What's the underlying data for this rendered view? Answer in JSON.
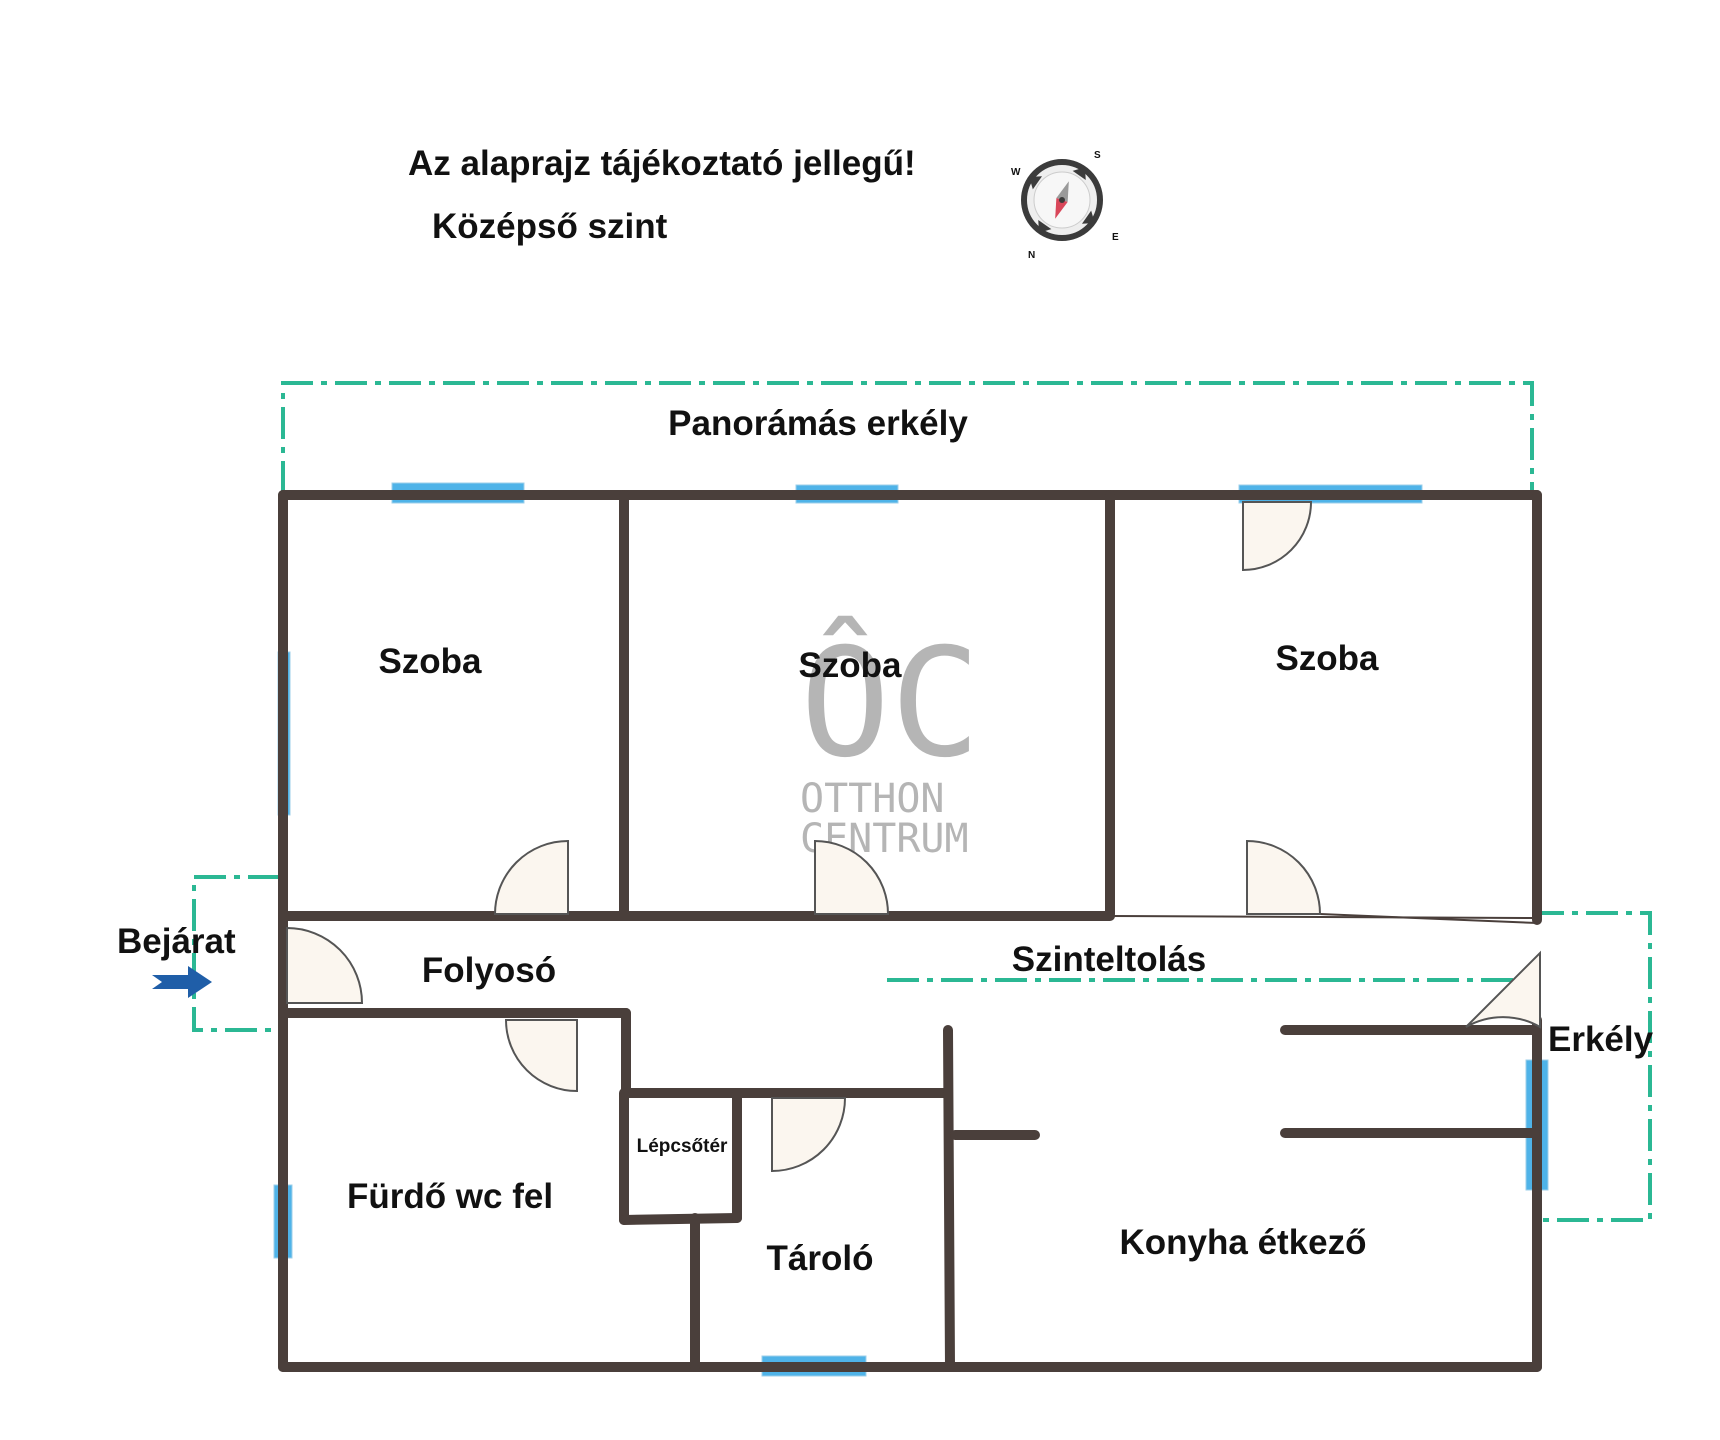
{
  "header": {
    "disclaimer": "Az alaprajz tájékoztató jellegű!",
    "level": "Középső szint"
  },
  "compass": {
    "letters": [
      "S",
      "W",
      "N",
      "E"
    ]
  },
  "watermark": {
    "letters": "ÔC",
    "line1": "OTTHON",
    "line2": "CENTRUM"
  },
  "rooms": {
    "balcony_panorama": "Panorámás erkély",
    "room_left": "Szoba",
    "room_center": "Szoba",
    "room_right": "Szoba",
    "corridor": "Folyosó",
    "level_shift": "Szinteltolás",
    "entrance": "Bejárat",
    "balcony_small": "Erkély",
    "bathroom": "Fürdő wc fel",
    "staircase": "Lépcsőtér",
    "storage": "Tároló",
    "kitchen": "Konyha étkező"
  },
  "colors": {
    "wall": "#4a3f3b",
    "window": "#4fb3e8",
    "balcony_outline": "#2bb894",
    "door_fill": "#fbf6ef",
    "arrow": "#1f5ea8",
    "compass_needle": "#d9475a"
  }
}
